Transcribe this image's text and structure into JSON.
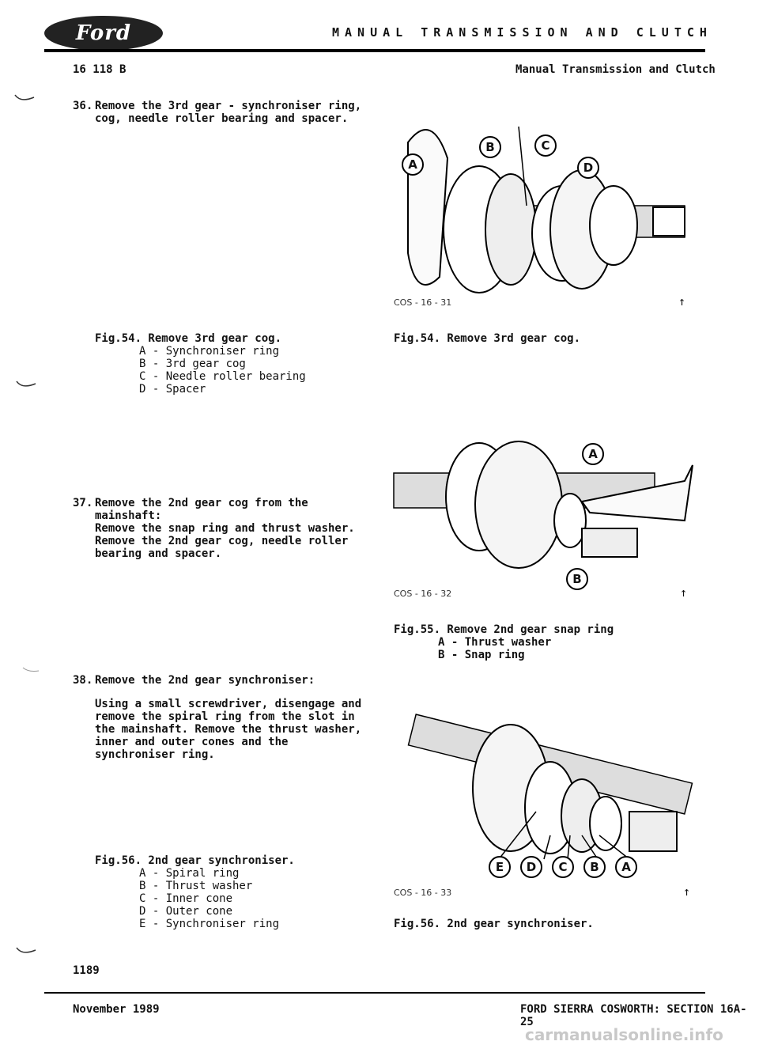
{
  "header": {
    "logo_text": "Ford",
    "title": "MANUAL TRANSMISSION AND CLUTCH",
    "doc_code": "16 118 B",
    "section": "Manual Transmission and Clutch"
  },
  "steps": [
    {
      "num": "36.",
      "text": "Remove the 3rd gear - synchroniser ring, cog, needle roller bearing and spacer.",
      "paragraphs": []
    },
    {
      "num": "37.",
      "text": "Remove the 2nd gear cog from the mainshaft:",
      "paragraphs": [
        "Remove the snap ring and thrust washer. Remove the 2nd gear cog, needle roller bearing and spacer."
      ]
    },
    {
      "num": "38.",
      "text": "Remove the 2nd gear synchroniser:",
      "paragraphs": [
        "Using a small screwdriver, disengage and remove the spiral ring from the slot in the mainshaft.  Remove the thrust washer, inner and outer cones and the synchroniser ring."
      ]
    }
  ],
  "figures": [
    {
      "caption_left": "Fig.54. Remove 3rd gear cog.",
      "items_left": [
        "A - Synchroniser ring",
        "B - 3rd gear cog",
        "C - Needle roller bearing",
        "D - Spacer"
      ],
      "caption_right": "Fig.54. Remove 3rd gear cog.",
      "items_right": [],
      "photo_code": "COS - 16 - 31",
      "callouts": [
        "A",
        "B",
        "C",
        "D"
      ]
    },
    {
      "caption_left": "",
      "items_left": [],
      "caption_right": "Fig.55. Remove 2nd gear snap ring",
      "items_right": [
        "A - Thrust washer",
        "B - Snap ring"
      ],
      "photo_code": "COS - 16 - 32",
      "callouts": [
        "A",
        "B"
      ]
    },
    {
      "caption_left": "Fig.56. 2nd gear synchroniser.",
      "items_left": [
        "A - Spiral ring",
        "B - Thrust washer",
        "C - Inner cone",
        "D - Outer cone",
        "E - Synchroniser ring"
      ],
      "caption_right": "Fig.56. 2nd gear synchroniser.",
      "items_right": [],
      "photo_code": "COS - 16 - 33",
      "callouts": [
        "E",
        "D",
        "C",
        "B",
        "A"
      ]
    }
  ],
  "footer": {
    "page_number": "1189",
    "date": "November 1989",
    "section_title": "FORD SIERRA COSWORTH: SECTION 16A-25",
    "watermark": "carmanualsonline.info"
  },
  "icons": {
    "margin_mark": "margin-check-icon",
    "orientation_arrow": "up-arrow-icon"
  }
}
